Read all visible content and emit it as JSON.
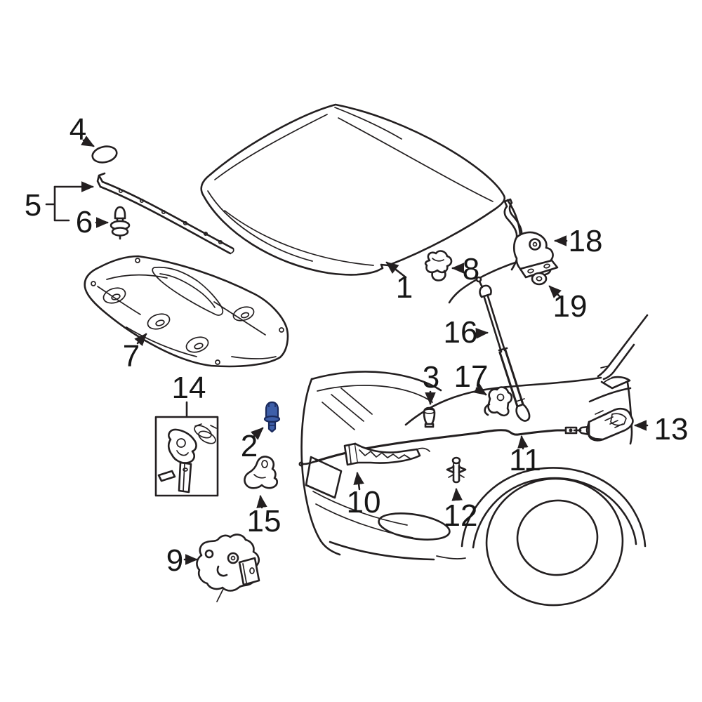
{
  "diagram": {
    "background_color": "#ffffff",
    "line_color": "#231f20",
    "selected_part": {
      "label": "2",
      "highlight_fill": "#3e5fa9",
      "highlight_stroke": "#1a2a5c"
    }
  },
  "parts": [
    {
      "label": "1"
    },
    {
      "label": "2"
    },
    {
      "label": "3"
    },
    {
      "label": "4"
    },
    {
      "label": "5"
    },
    {
      "label": "6"
    },
    {
      "label": "7"
    },
    {
      "label": "8"
    },
    {
      "label": "9"
    },
    {
      "label": "10"
    },
    {
      "label": "11"
    },
    {
      "label": "12"
    },
    {
      "label": "13"
    },
    {
      "label": "14"
    },
    {
      "label": "15"
    },
    {
      "label": "16"
    },
    {
      "label": "17"
    },
    {
      "label": "18"
    },
    {
      "label": "19"
    }
  ]
}
